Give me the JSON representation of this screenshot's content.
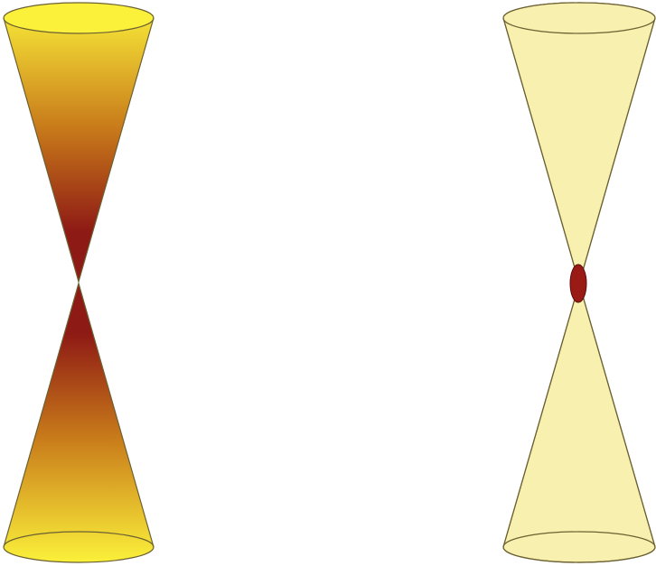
{
  "figure": {
    "panels": [
      {
        "id": "left",
        "shape": "double-cone",
        "fill_style": "gradient",
        "colors": {
          "rim": "#fbf13a",
          "mid": "#c87a1a",
          "apex": "#8e1a15",
          "outline": "#6b6032"
        }
      },
      {
        "id": "right",
        "shape": "double-cone",
        "fill_style": "flat",
        "colors": {
          "fill": "#f7f0ae",
          "outline": "#6b6032",
          "waist": "#9a1a15"
        },
        "waist_marker": "red-ellipse"
      }
    ]
  }
}
